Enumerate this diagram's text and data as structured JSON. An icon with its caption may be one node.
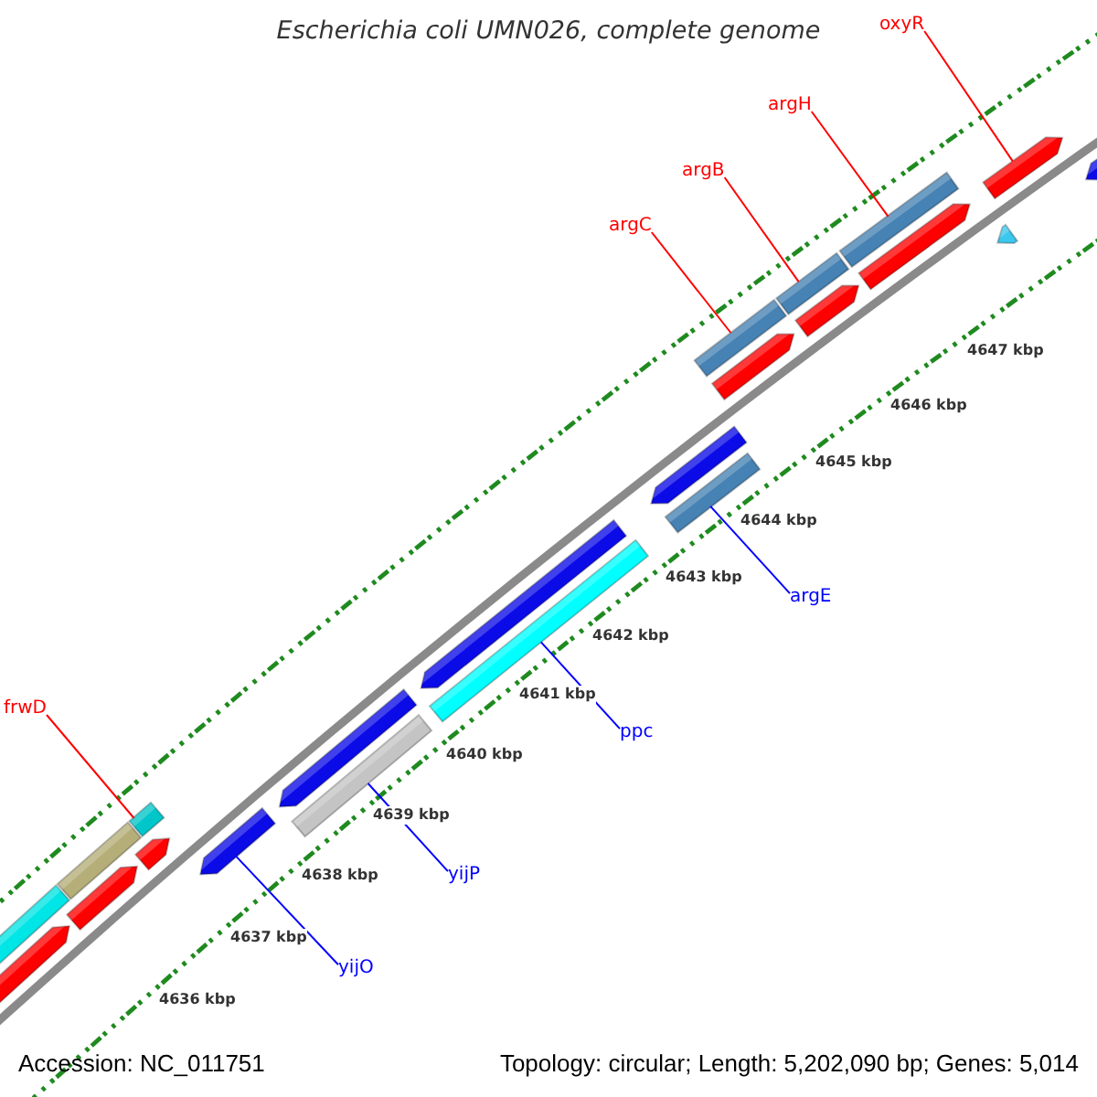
{
  "diagram": {
    "title": "Escherichia coli UMN026, complete genome",
    "nodes": [
      {
        "text": [
          "oxyR"
        ]
      },
      {
        "text": [
          "argH"
        ]
      },
      {
        "text": [
          "argB"
        ]
      },
      {
        "text": [
          "argC"
        ]
      },
      {
        "text": [
          "argE"
        ]
      },
      {
        "text": [
          "frwD"
        ]
      },
      {
        "text": [
          "ppc"
        ]
      },
      {
        "text": [
          "yijP"
        ]
      },
      {
        "text": [
          "yijO"
        ]
      },
      {
        "text": [],
        "shape": "arrow"
      },
      {
        "text": [],
        "shape": "bar"
      },
      {
        "text": [],
        "shape": "arrow"
      },
      {
        "text": [],
        "shape": "bar"
      },
      {
        "text": [],
        "shape": "arrow"
      },
      {
        "text": [],
        "shape": "bar"
      },
      {
        "text": [],
        "shape": "arrow"
      },
      {
        "text": [],
        "shape": "arrow"
      },
      {
        "text": [],
        "shape": "bar"
      },
      {
        "text": [],
        "shape": "bar"
      },
      {
        "text": [],
        "shape": "arrow"
      },
      {
        "text": [],
        "shape": "arrow"
      },
      {
        "text": [],
        "shape": "bar"
      },
      {
        "text": [],
        "shape": "arrow"
      },
      {
        "text": [],
        "shape": "bar"
      },
      {
        "text": [],
        "shape": "arrow"
      },
      {
        "text": [],
        "shape": "bar"
      },
      {
        "text": [],
        "shape": "arrow"
      },
      {
        "text": [],
        "shape": "bar"
      },
      {
        "text": [],
        "shape": "arrow"
      },
      {
        "text": [],
        "shape": "arrow"
      },
      {
        "text": [],
        "shape": "arrow"
      }
    ],
    "edges": [
      {
        "from": 0,
        "to": 29,
        "arrow": "none"
      },
      {
        "from": 1,
        "to": 27,
        "arrow": "none"
      },
      {
        "from": 2,
        "to": 25,
        "arrow": "none"
      },
      {
        "from": 3,
        "to": 23,
        "arrow": "none"
      },
      {
        "from": 4,
        "to": 21,
        "arrow": "none",
        "color": "#0000ff"
      },
      {
        "from": 5,
        "to": 14,
        "arrow": "none"
      },
      {
        "from": 6,
        "to": 18,
        "arrow": "none",
        "color": "#0000ff"
      },
      {
        "from": 7,
        "to": 17,
        "arrow": "none",
        "color": "#0000ff"
      },
      {
        "from": 8,
        "to": 15,
        "arrow": "none",
        "color": "#0000ff"
      }
    ],
    "labels": [
      "4647 kbp",
      "4646 kbp",
      "4645 kbp",
      "4644 kbp",
      "4643 kbp",
      "4642 kbp",
      "4641 kbp",
      "4640 kbp",
      "4639 kbp",
      "4638 kbp",
      "4637 kbp",
      "4636 kbp",
      "Accession: NC_011751",
      "Topology: circular; Length: 5,202,090 bp; Genes: 5,014"
    ]
  }
}
